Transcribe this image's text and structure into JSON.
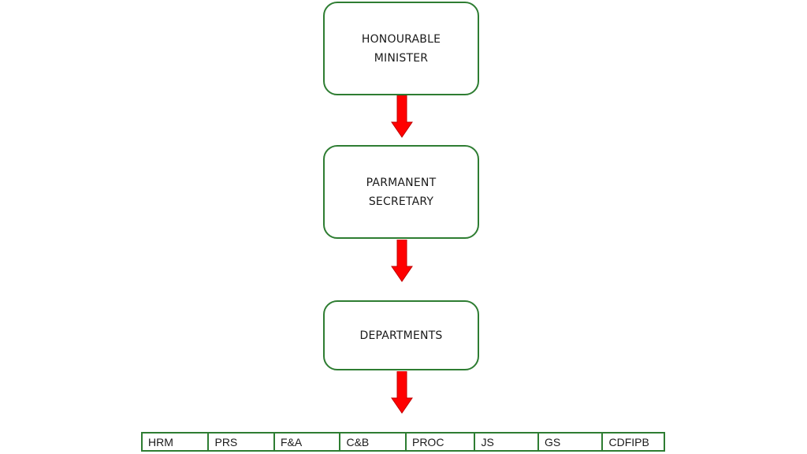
{
  "nodes": {
    "minister": {
      "line1": "HONOURABLE",
      "line2": "MINISTER"
    },
    "secretary": {
      "line1": "PARMANENT",
      "line2": "SECRETARY"
    },
    "departments": {
      "label": "DEPARTMENTS"
    }
  },
  "department_list": [
    "HRM",
    "PRS",
    "F&A",
    "C&B",
    "PROC",
    "JS",
    "GS",
    "CDFIPB"
  ],
  "colors": {
    "box_border": "#2e7d32",
    "arrow": "#ff0000",
    "arrow_outline": "#c00000"
  }
}
